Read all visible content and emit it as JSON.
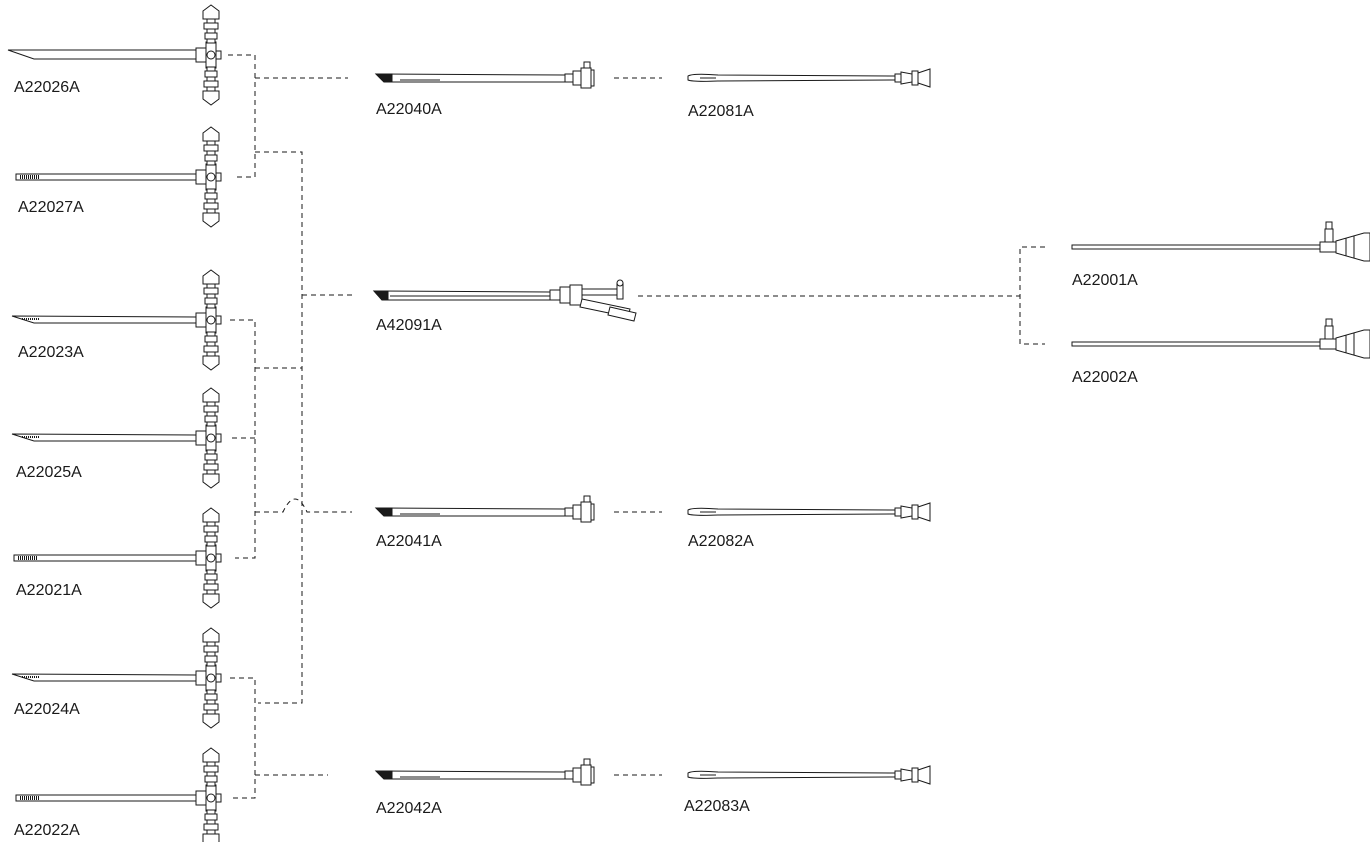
{
  "diagram": {
    "sheaths_left": [
      {
        "id": "A22026A"
      },
      {
        "id": "A22027A"
      },
      {
        "id": "A22023A"
      },
      {
        "id": "A22025A"
      },
      {
        "id": "A22021A"
      },
      {
        "id": "A22024A"
      },
      {
        "id": "A22022A"
      }
    ],
    "middle": [
      {
        "id": "A22040A"
      },
      {
        "id": "A42091A"
      },
      {
        "id": "A22041A"
      },
      {
        "id": "A22042A"
      }
    ],
    "obturators": [
      {
        "id": "A22081A"
      },
      {
        "id": "A22082A"
      },
      {
        "id": "A22083A"
      }
    ],
    "telescopes": [
      {
        "id": "A22001A"
      },
      {
        "id": "A22002A"
      }
    ],
    "colors": {
      "line": "#1a1a1a",
      "background": "#ffffff"
    }
  }
}
